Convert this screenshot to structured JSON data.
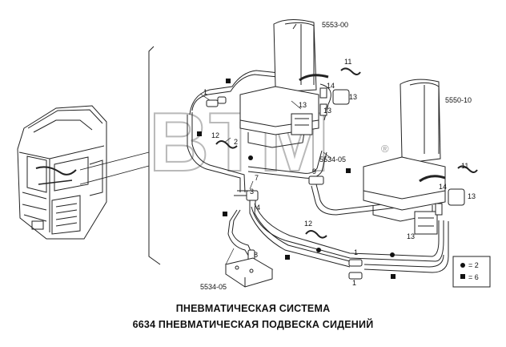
{
  "watermark": {
    "text": "BTM",
    "reg_mark": "®"
  },
  "parts": {
    "seat_driver": "5553-00",
    "seat_passenger": "5550-10",
    "valve_mid": "5534-05",
    "valve_bottom": "5534-05"
  },
  "callouts": {
    "c1a": "1",
    "c2": "2",
    "c3": "3",
    "c4": "4",
    "c7": "7",
    "c8": "8",
    "c9": "9",
    "c11a": "11",
    "c11b": "11",
    "c12a": "12",
    "c12b": "12",
    "c13a": "13",
    "c13b": "13",
    "c13c": "13",
    "c13d": "13",
    "c13e": "13",
    "c14a": "14",
    "c14b": "14",
    "c1b": "1",
    "c1c": "1"
  },
  "legend": {
    "circle_count": "= 2",
    "square_count": "= 6"
  },
  "caption": {
    "line1": "ПНЕВМАТИЧЕСКАЯ СИСТЕМА",
    "line2": "6634  ПНЕВМАТИЧЕСКАЯ ПОДВЕСКА СИДЕНИЙ"
  }
}
